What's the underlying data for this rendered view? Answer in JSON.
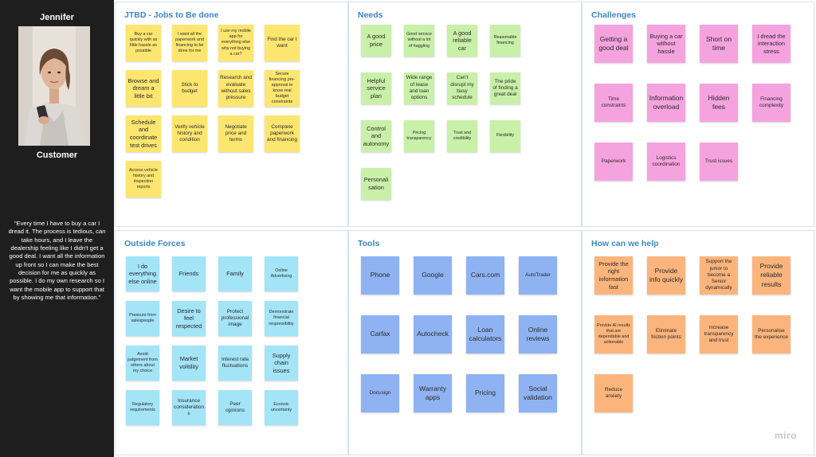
{
  "persona": {
    "name": "Jennifer",
    "role": "Customer",
    "quote": "\"Every time I have to buy a car I dread it. The process is tedious, can take hours, and I leave the dealership feeling like I didn't get a good deal. I want all the information up front so I can make the best decision for me as quickly as possible. I do my own research so I want the mobile app to support that by showing me that information.\""
  },
  "colors": {
    "accent_title": "#3d86c6",
    "jtbd_note": "#fde66f",
    "needs_note": "#c9f0a8",
    "challenges_note": "#f5a3df",
    "outside_note": "#a3e4f7",
    "tools_note": "#8fb3f2",
    "help_note": "#fbb57c"
  },
  "logo_text": "miro",
  "panels": [
    {
      "key": "jtbd",
      "title": "JTBD - Jobs to Be done",
      "notes": [
        "Buy a car quickly with as little hassle as possible",
        "I want all the paperwork and financing to be done for me",
        "I use my mobile app for everything else why not buying a car?",
        "Find the car I want",
        "Browse and dream a little bit",
        "Stick to budget",
        "Research and evaluate without sales pressure",
        "Secure financing pre-approval to know real budget constraints",
        "Schedule and coordinate test drives",
        "Verify vehicle history and condition",
        "Negotiate price and terms",
        "Complete paperwork and financing",
        "Access vehicle history and inspection reports"
      ]
    },
    {
      "key": "needs",
      "title": "Needs",
      "notes": [
        "A good price",
        "Good service without a lot of haggling",
        "A good reliable car",
        "Reasonable financing",
        "Helpful service plan",
        "Wide range of lease and loan options",
        "Can't disrupt my busy schedule",
        "The pride of finding a great deal",
        "Control and autonomy",
        "Pricing transparency",
        "Trust and credibility",
        "Flexibility",
        "Personalisation"
      ]
    },
    {
      "key": "challenges",
      "title": "Challenges",
      "notes": [
        "Getting a good deal",
        "Buying a car without hassle",
        "Short on time",
        "I dread the interaction stress",
        "Time constraints",
        "Information overload",
        "Hidden fees",
        "Financing complexity",
        "Paperwork",
        "Logistics coordination",
        "Trust issues"
      ]
    },
    {
      "key": "outside",
      "title": "Outside Forces",
      "notes": [
        "I do everything else online",
        "Friends",
        "Family",
        "Online Advertising",
        "Pressure from salespeople",
        "Desire to feel respected",
        "Protect professional image",
        "Demonstrate financial responsibility",
        "Avoid judgement from others about my choice",
        "Market volitility",
        "Interest rate fluctuations",
        "Supply chain issues",
        "Regulatory requirements",
        "Insurance considerations",
        "Peer opinions",
        "Econoic uncertainty"
      ]
    },
    {
      "key": "tools",
      "title": "Tools",
      "notes": [
        "Phone",
        "Google",
        "Cars.com",
        "AutoTrader",
        "Carfax",
        "Autocheck",
        "Loan calculators",
        "Online reviews",
        "Docusign",
        "Warranty apps",
        "Pricing",
        "Social validation"
      ]
    },
    {
      "key": "help",
      "title": "How can we help",
      "notes": [
        "Provide the right information fast",
        "Provide info quickly",
        "Support the junior to become a Senior dynamically",
        "Provide reliable results",
        "Provide AI results that are dependable and actionable",
        "Eliminate friction points",
        "Increase transparency and trust",
        "Personalise the experience",
        "Reduce anxiety"
      ]
    }
  ]
}
